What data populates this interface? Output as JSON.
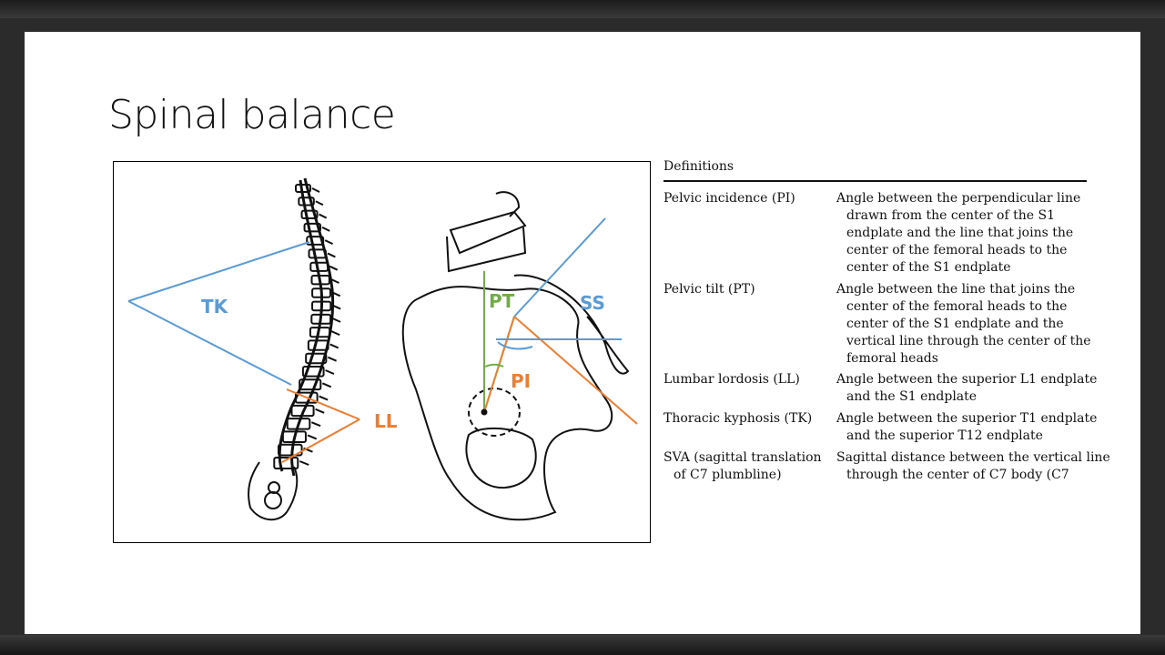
{
  "slide": {
    "title": "Spinal balance"
  },
  "figure": {
    "labels": {
      "tk": "TK",
      "ll": "LL",
      "pt": "PT",
      "ss": "SS",
      "pi": "PI"
    },
    "colors": {
      "blue": "#5b9bd5",
      "orange": "#ed7d31",
      "green": "#70ad47"
    }
  },
  "table": {
    "header": "Definitions",
    "rows": [
      {
        "term": [
          "Pelvic incidence (PI)"
        ],
        "definition": [
          "Angle between the perpendicular line",
          "drawn from the center of the S1",
          "endplate and the line that joins the",
          "center of the femoral heads to the",
          "center of the S1 endplate"
        ]
      },
      {
        "term": [
          "Pelvic tilt (PT)"
        ],
        "definition": [
          "Angle between the line that joins the",
          "center of the femoral heads to the",
          "center of the S1 endplate and the",
          "vertical line through the center of the",
          "femoral heads"
        ]
      },
      {
        "term": [
          "Lumbar lordosis (LL)"
        ],
        "definition": [
          "Angle between the superior L1 endplate",
          "and the S1 endplate"
        ]
      },
      {
        "term": [
          "Thoracic kyphosis (TK)"
        ],
        "definition": [
          "Angle between the superior T1 endplate",
          "and the superior T12 endplate"
        ]
      },
      {
        "term": [
          "SVA (sagittal translation",
          "of C7 plumbline)"
        ],
        "definition": [
          "Sagittal distance between the vertical line",
          "through the center of C7 body (C7"
        ]
      }
    ]
  }
}
